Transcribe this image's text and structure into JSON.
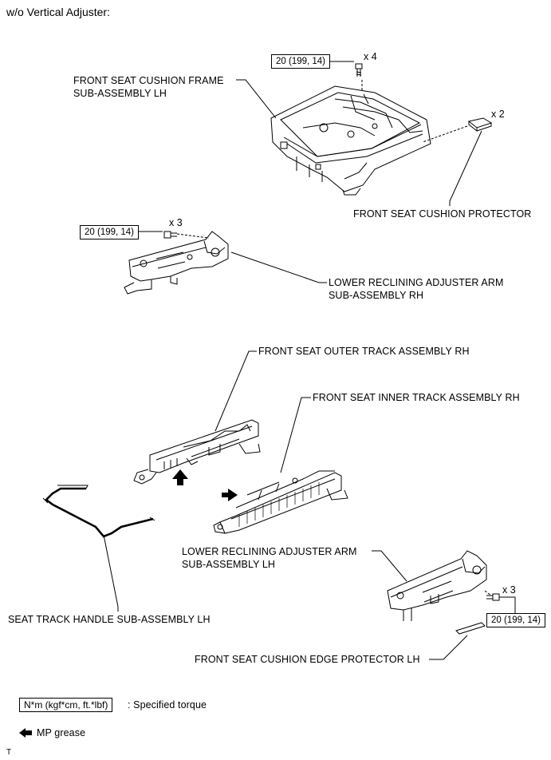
{
  "header": {
    "title": "w/o Vertical Adjuster:"
  },
  "torque_labels": [
    "20 (199, 14)",
    "20 (199, 14)",
    "20 (199, 14)"
  ],
  "quantities": [
    "x 4",
    "x 2",
    "x 3",
    "x 3"
  ],
  "parts": {
    "frame_line1": "FRONT SEAT CUSHION FRAME",
    "frame_line2": "SUB-ASSEMBLY LH",
    "protector": "FRONT SEAT CUSHION PROTECTOR",
    "lower_rh_line1": "LOWER RECLINING ADJUSTER ARM",
    "lower_rh_line2": "SUB-ASSEMBLY RH",
    "outer_track": "FRONT SEAT OUTER TRACK ASSEMBLY RH",
    "inner_track": "FRONT SEAT INNER TRACK ASSEMBLY RH",
    "lower_lh_line1": "LOWER RECLINING ADJUSTER ARM",
    "lower_lh_line2": "SUB-ASSEMBLY LH",
    "handle": "SEAT TRACK HANDLE SUB-ASSEMBLY LH",
    "edge_protector": "FRONT SEAT CUSHION EDGE PROTECTOR LH"
  },
  "legend": {
    "torque_box": "N*m (kgf*cm, ft.*lbf)",
    "torque_desc": ": Specified torque",
    "grease_desc": "MP grease"
  },
  "footer": {
    "mark": "T"
  }
}
